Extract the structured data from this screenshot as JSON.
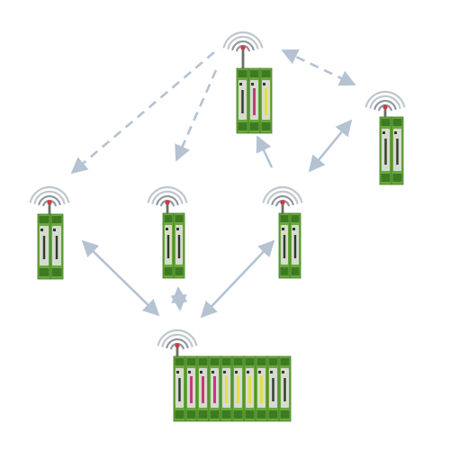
{
  "diagram": {
    "background": "#ffffff",
    "colors": {
      "link": "#b4c2d2",
      "wave": "#8e96a0",
      "wave_light": "#c0c6cc",
      "antenna_tip": "#d8373a",
      "module_green": "#6aa83c",
      "module_green_dark": "#3e7a22",
      "module_face": "#d7dbcf",
      "accent_magenta": "#c43b7a",
      "accent_yellow": "#e2e045"
    },
    "icon": "wireless-io-module",
    "nodes": [
      {
        "id": "top",
        "modules": 3,
        "accents": [
          "none",
          "magenta",
          "yellow"
        ]
      },
      {
        "id": "right",
        "modules": 2,
        "accents": [
          "none",
          "none"
        ]
      },
      {
        "id": "left",
        "modules": 2,
        "accents": [
          "none",
          "none"
        ]
      },
      {
        "id": "middle",
        "modules": 2,
        "accents": [
          "none",
          "none"
        ]
      },
      {
        "id": "center-right",
        "modules": 2,
        "accents": [
          "none",
          "none"
        ]
      },
      {
        "id": "base",
        "modules": 10,
        "accents": [
          "none",
          "magenta",
          "magenta",
          "magenta",
          "yellow",
          "yellow",
          "yellow",
          "yellow",
          "none",
          "none"
        ]
      }
    ],
    "links": [
      {
        "from": "top",
        "to": "left",
        "style": "dashed",
        "arrow": "to"
      },
      {
        "from": "top",
        "to": "middle",
        "style": "dashed",
        "arrow": "to"
      },
      {
        "from": "top",
        "to": "right",
        "style": "dashed",
        "arrow": "both"
      },
      {
        "from": "top",
        "to": "center-right",
        "style": "solid",
        "arrow": "from"
      },
      {
        "from": "center-right",
        "to": "right",
        "style": "solid",
        "arrow": "both"
      },
      {
        "from": "left",
        "to": "base",
        "style": "solid",
        "arrow": "both"
      },
      {
        "from": "middle",
        "to": "base",
        "style": "solid",
        "arrow": "both"
      },
      {
        "from": "center-right",
        "to": "base",
        "style": "solid",
        "arrow": "both"
      }
    ]
  }
}
